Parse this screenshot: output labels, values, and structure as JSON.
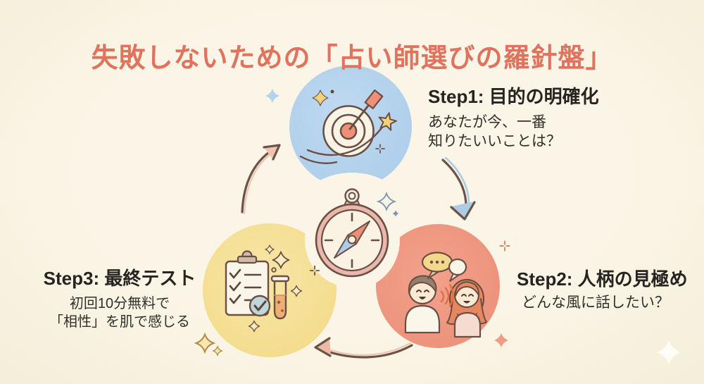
{
  "title": "失敗しないための「占い師選びの羅針盤」",
  "steps": {
    "step1": {
      "heading": "Step1: 目的の明確化",
      "body_line1": "あなたが今、一番",
      "body_line2": "知りたいいことは？"
    },
    "step2": {
      "heading": "Step2: 人柄の見極め",
      "body_line1": "どんな風に話したい？"
    },
    "step3": {
      "heading": "Step3: 最終テスト",
      "body_line1": "初回10分無料で",
      "body_line2": "「相性」を肌で感じる"
    }
  },
  "icons": {
    "top_circle": "target-dart-icon",
    "center": "compass-icon",
    "right_circle": "two-people-talking-icon",
    "left_circle": "checklist-testtube-icon"
  },
  "colors": {
    "background": "#f8f3e2",
    "title": "#e0735d",
    "text": "#2e2a24",
    "blue_circle": "#b5d3ec",
    "yellow_circle": "#f5df94",
    "red_circle": "#ef947e",
    "outline_brown": "#6b4f45",
    "compass_pink": "#e9b7ab"
  }
}
